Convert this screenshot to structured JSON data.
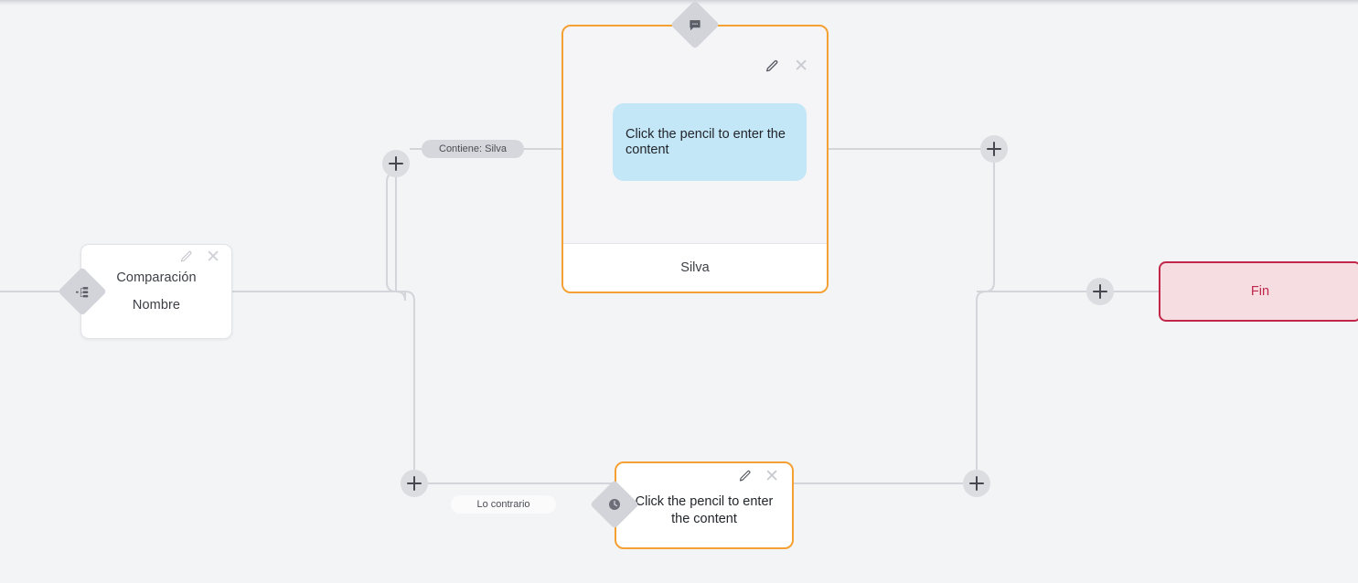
{
  "canvas": {
    "background": "#f3f4f6",
    "connector_color": "#d3d5da",
    "accent_orange": "#f5a033",
    "accent_crimson": "#c2274a",
    "bubble_blue": "#c4e7f7"
  },
  "nodes": {
    "comparison": {
      "title": "Comparación",
      "subtitle": "Nombre",
      "badge_icon": "branch-decision-icon",
      "edit_icon": "pencil-icon",
      "close_icon": "close-icon"
    },
    "message": {
      "badge_icon": "chat-bubble-icon",
      "edit_icon": "pencil-icon",
      "close_icon": "close-icon",
      "bubble_text": "Click the pencil to enter the content",
      "footer_label": "Silva"
    },
    "wait": {
      "badge_icon": "clock-icon",
      "edit_icon": "pencil-icon",
      "close_icon": "close-icon",
      "text": "Click the pencil to enter the content"
    },
    "end": {
      "label": "Fin"
    }
  },
  "edge_labels": {
    "contains": "Contiene: Silva",
    "otherwise": "Lo contrario"
  },
  "add_buttons": [
    {
      "name": "add-node-top-left",
      "icon": "plus-icon"
    },
    {
      "name": "add-node-top-right",
      "icon": "plus-icon"
    },
    {
      "name": "add-node-bottom-left",
      "icon": "plus-icon"
    },
    {
      "name": "add-node-bottom-right",
      "icon": "plus-icon"
    },
    {
      "name": "add-node-before-end",
      "icon": "plus-icon"
    }
  ]
}
